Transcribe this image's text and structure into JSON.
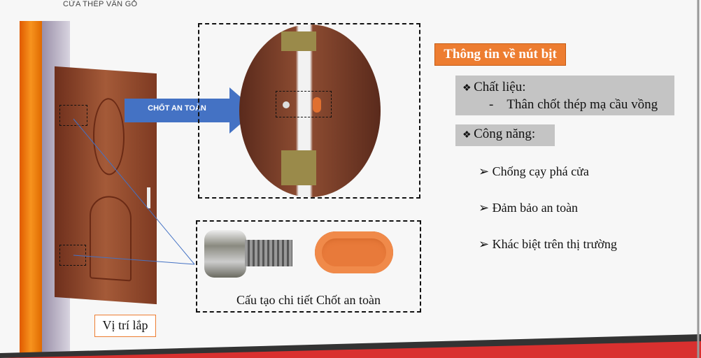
{
  "brand": "CỬA THÉP VÂN GỖ",
  "arrow_label": "CHỐT AN TOÀN",
  "detail_caption": "Cấu tạo chi tiết Chốt an toàn",
  "position_label": "Vị trí lắp",
  "info": {
    "title": "Thông tin về nút bịt",
    "material_label": "Chất liệu:",
    "material_value": "Thân chốt thép mạ cầu vồng",
    "function_label": "Công năng:",
    "functions": [
      "Chống cạy phá cửa",
      "Đảm bảo an toàn",
      "Khác biệt trên thị trường"
    ]
  },
  "colors": {
    "accent": "#ed7d31",
    "footer": "#d9302f",
    "arrow": "#4472c4"
  }
}
